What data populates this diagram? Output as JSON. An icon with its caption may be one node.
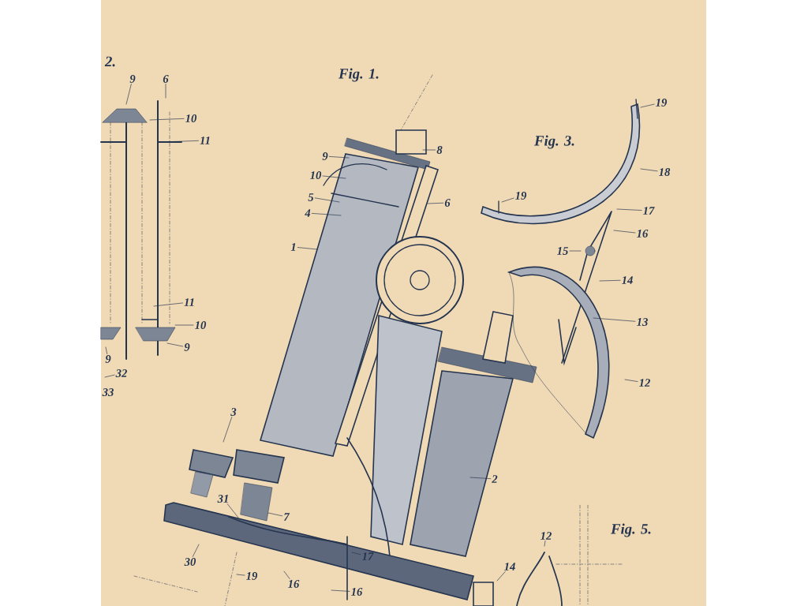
{
  "diagram": {
    "nodes": [
      {
        "text": [
          "9"
        ]
      },
      {
        "text": [
          "6"
        ]
      },
      {
        "text": [
          "10"
        ]
      },
      {
        "text": [
          "11"
        ]
      },
      {
        "text": [
          "11"
        ]
      },
      {
        "text": [
          "10"
        ]
      },
      {
        "text": [
          "9"
        ]
      },
      {
        "text": [
          "9"
        ]
      },
      {
        "text": [
          "32"
        ]
      },
      {
        "text": [
          "33"
        ]
      },
      {
        "text": [
          "9"
        ]
      },
      {
        "text": [
          "10"
        ]
      },
      {
        "text": [
          "5"
        ]
      },
      {
        "text": [
          "4"
        ]
      },
      {
        "text": [
          "1"
        ]
      },
      {
        "text": [
          "8"
        ]
      },
      {
        "text": [
          "6"
        ]
      },
      {
        "text": [
          "19"
        ]
      },
      {
        "text": [
          "18"
        ]
      },
      {
        "text": [
          "19"
        ]
      },
      {
        "text": [
          "17"
        ]
      },
      {
        "text": [
          "16"
        ]
      },
      {
        "text": [
          "15"
        ]
      },
      {
        "text": [
          "14"
        ]
      },
      {
        "text": [
          "13"
        ]
      },
      {
        "text": [
          "12"
        ]
      },
      {
        "text": [
          "3"
        ]
      },
      {
        "text": [
          "31"
        ]
      },
      {
        "text": [
          "7"
        ]
      },
      {
        "text": [
          "2"
        ]
      },
      {
        "text": [
          "30"
        ]
      },
      {
        "text": [
          "19"
        ]
      },
      {
        "text": [
          "16"
        ]
      },
      {
        "text": [
          "17"
        ]
      },
      {
        "text": [
          "16"
        ]
      },
      {
        "text": [
          "12"
        ]
      },
      {
        "text": [
          "14"
        ]
      }
    ],
    "edges": [
      {
        "from": 0,
        "to": null,
        "arrow": "none"
      },
      {
        "from": 1,
        "to": null,
        "arrow": "none"
      },
      {
        "from": 2,
        "to": null,
        "arrow": "none"
      },
      {
        "from": 3,
        "to": null,
        "arrow": "none"
      },
      {
        "from": 4,
        "to": null,
        "arrow": "none"
      },
      {
        "from": 5,
        "to": null,
        "arrow": "none"
      },
      {
        "from": 6,
        "to": null,
        "arrow": "none"
      },
      {
        "from": 7,
        "to": null,
        "arrow": "none"
      },
      {
        "from": 8,
        "to": null,
        "arrow": "none"
      },
      {
        "from": 10,
        "to": null,
        "arrow": "none"
      },
      {
        "from": 11,
        "to": null,
        "arrow": "none"
      },
      {
        "from": 12,
        "to": null,
        "arrow": "none"
      },
      {
        "from": 13,
        "to": null,
        "arrow": "none"
      },
      {
        "from": 14,
        "to": null,
        "arrow": "none"
      },
      {
        "from": 15,
        "to": null,
        "arrow": "none"
      },
      {
        "from": 16,
        "to": null,
        "arrow": "none"
      },
      {
        "from": 17,
        "to": null,
        "arrow": "none"
      },
      {
        "from": 18,
        "to": null,
        "arrow": "none"
      },
      {
        "from": 19,
        "to": null,
        "arrow": "none"
      },
      {
        "from": 20,
        "to": null,
        "arrow": "none"
      },
      {
        "from": 21,
        "to": null,
        "arrow": "none"
      },
      {
        "from": 22,
        "to": null,
        "arrow": "none"
      },
      {
        "from": 23,
        "to": null,
        "arrow": "none"
      },
      {
        "from": 24,
        "to": null,
        "arrow": "none"
      },
      {
        "from": 25,
        "to": null,
        "arrow": "none"
      },
      {
        "from": 26,
        "to": null,
        "arrow": "none"
      },
      {
        "from": 27,
        "to": null,
        "arrow": "none"
      },
      {
        "from": 28,
        "to": null,
        "arrow": "none"
      },
      {
        "from": 29,
        "to": null,
        "arrow": "none"
      },
      {
        "from": 30,
        "to": null,
        "arrow": "none"
      },
      {
        "from": 31,
        "to": null,
        "arrow": "none"
      },
      {
        "from": 32,
        "to": null,
        "arrow": "none"
      },
      {
        "from": 33,
        "to": null,
        "arrow": "none"
      },
      {
        "from": 34,
        "to": null,
        "arrow": "none"
      },
      {
        "from": 35,
        "to": null,
        "arrow": "none"
      },
      {
        "from": 36,
        "to": null,
        "arrow": "none"
      }
    ],
    "labels": [
      "2.",
      "Fig. 1.",
      "Fig. 3.",
      "Fig. 5."
    ]
  }
}
